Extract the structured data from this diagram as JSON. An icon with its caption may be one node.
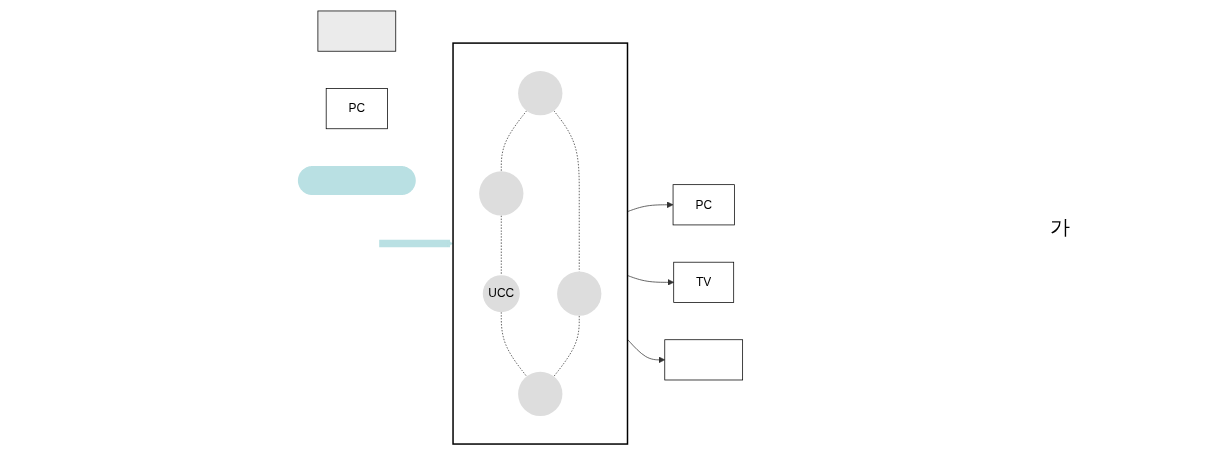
{
  "diagram": {
    "nodes": [
      {
        "text": [],
        "shape": "box"
      },
      {
        "text": [
          "PC"
        ]
      },
      {
        "text": [],
        "shape": "box"
      },
      {
        "text": [],
        "shape": "circle",
        "in": 2
      },
      {
        "text": [],
        "shape": "circle",
        "in": 2
      },
      {
        "text": [
          "UCC"
        ],
        "in": 2
      },
      {
        "text": [],
        "shape": "circle",
        "in": 2
      },
      {
        "text": [],
        "shape": "circle",
        "in": 2
      },
      {
        "text": [
          "PC"
        ]
      },
      {
        "text": [
          "TV"
        ]
      },
      {
        "text": [],
        "shape": "box"
      },
      {
        "text": [],
        "shape": "ellipse"
      }
    ],
    "edges": [
      {
        "from": null,
        "to": 2,
        "arrow": "to",
        "style": "thick",
        "color": "#b9e0e3"
      },
      {
        "from": 4,
        "to": 3,
        "arrow": "none",
        "style": "dashed"
      },
      {
        "from": 3,
        "to": 5,
        "arrow": "none",
        "style": "dashed"
      },
      {
        "from": 4,
        "to": 6,
        "arrow": "none",
        "style": "dashed"
      },
      {
        "from": 5,
        "to": 7,
        "arrow": "none",
        "style": "dashed"
      },
      {
        "from": 6,
        "to": 7,
        "arrow": "none",
        "style": "dashed"
      },
      {
        "from": 2,
        "to": 8,
        "arrow": "to"
      },
      {
        "from": 2,
        "to": 9,
        "arrow": "to"
      },
      {
        "from": 2,
        "to": 10,
        "arrow": "to"
      }
    ],
    "labels": [
      "가"
    ]
  }
}
